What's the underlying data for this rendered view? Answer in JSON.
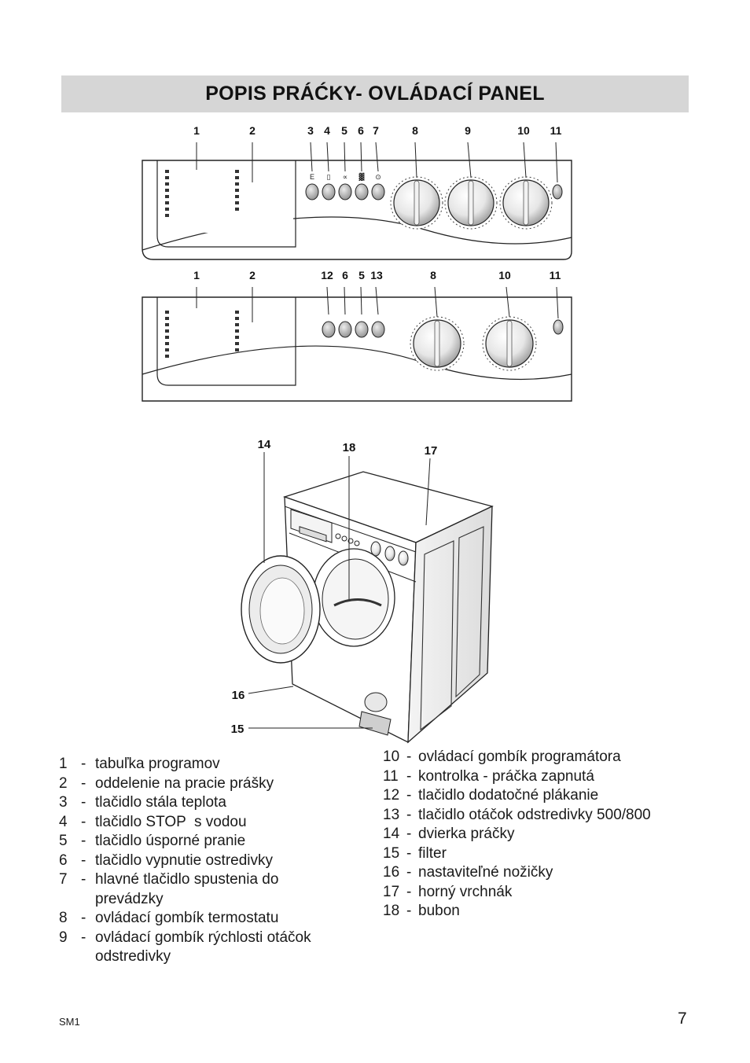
{
  "title": "POPIS PRÁĆKY- OVLÁDACÍ PANEL",
  "panel_top": {
    "callouts": [
      "1",
      "2",
      "3",
      "4",
      "5",
      "6",
      "7",
      "8",
      "9",
      "10",
      "11"
    ],
    "button_symbols": [
      "E",
      "▯",
      "∝",
      "▓",
      "⊙"
    ]
  },
  "panel_bottom": {
    "callouts": [
      "1",
      "2",
      "12",
      "6",
      "5",
      "13",
      "8",
      "10",
      "11"
    ]
  },
  "machine": {
    "callouts": [
      "14",
      "18",
      "17",
      "16",
      "15"
    ]
  },
  "legend_left": [
    {
      "num": "1",
      "text": "tabuľka programov"
    },
    {
      "num": "2",
      "text": "oddelenie na pracie prášky"
    },
    {
      "num": "3",
      "text": "tlačidlo stála teplota"
    },
    {
      "num": "4",
      "text": "tlačidlo STOP  s vodou"
    },
    {
      "num": "5",
      "text": "tlačidlo úsporné pranie"
    },
    {
      "num": "6",
      "text": "tlačidlo vypnutie ostredivky"
    },
    {
      "num": "7",
      "text": "hlavné tlačidlo spustenia do"
    },
    {
      "num": "",
      "text": "prevádzky"
    },
    {
      "num": "8",
      "text": "ovládací gombík termostatu"
    },
    {
      "num": "9",
      "text": "ovládací gombík rýchlosti otáčok"
    },
    {
      "num": "",
      "text": "odstredivky"
    }
  ],
  "legend_right": [
    {
      "num": "10",
      "text": "ovládací gombík programátora"
    },
    {
      "num": "11",
      "text": "kontrolka - práčka zapnutá"
    },
    {
      "num": "12",
      "text": "tlačidlo dodatočné plákanie"
    },
    {
      "num": "13",
      "text": "tlačidlo otáčok odstredivky 500/800"
    },
    {
      "num": "14",
      "text": "dvierka práčky"
    },
    {
      "num": "15",
      "text": "filter"
    },
    {
      "num": "16",
      "text": "nastaviteľné nožičky"
    },
    {
      "num": "17",
      "text": "horný vrchnák"
    },
    {
      "num": "18",
      "text": "bubon"
    }
  ],
  "footer": {
    "code": "SM1",
    "page": "7"
  }
}
